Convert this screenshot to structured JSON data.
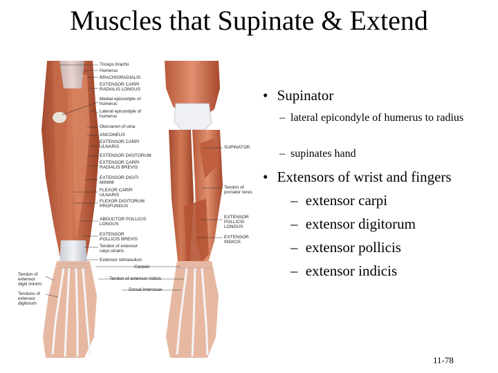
{
  "slide": {
    "title": "Muscles that Supinate & Extend",
    "page_number": "11-78"
  },
  "bullets": [
    {
      "text": "Supinator",
      "subs": [
        "lateral epicondyle of humerus to radius",
        "supinates hand"
      ]
    },
    {
      "text": "Extensors of wrist and fingers",
      "subs": [
        "extensor carpi",
        "extensor digitorum",
        "extensor pollicis",
        "extensor indicis"
      ]
    }
  ],
  "figure": {
    "left_labels": [
      "Triceps brachii",
      "Humerus",
      "BRACHIORADIALIS",
      "EXTENSOR CARPI RADIALIS LONGUS",
      "Medial epicondyle of humerus",
      "Lateral epicondyle of humerus",
      "Olecranon of ulna",
      "ANCONEUS",
      "EXTENSOR CARPI ULNARIS",
      "EXTENSOR DIGITORUM",
      "EXTENSOR CARPI RADIALIS BREVIS",
      "EXTENSOR DIGITI MINIMI",
      "FLEXOR CARPI ULNARIS",
      "FLEXOR DIGITORUM PROFUNDUS",
      "ABDUCTOR POLLICIS LONGUS",
      "EXTENSOR POLLICIS BREVIS",
      "Tendon of extensor carpi ulnaris",
      "Extensor retinaculum"
    ],
    "right_labels": [
      "SUPINATOR",
      "Tendon of pronator teres",
      "EXTENSOR POLLICIS LONGUS",
      "EXTENSOR INDICIS"
    ],
    "bottom_labels": [
      "Carpals",
      "Tendon of extensor indicis",
      "Dorsal interossei"
    ],
    "far_left_labels": [
      "Tendon of extensor digiti minimi",
      "Tendons of extensor digitorum"
    ]
  }
}
